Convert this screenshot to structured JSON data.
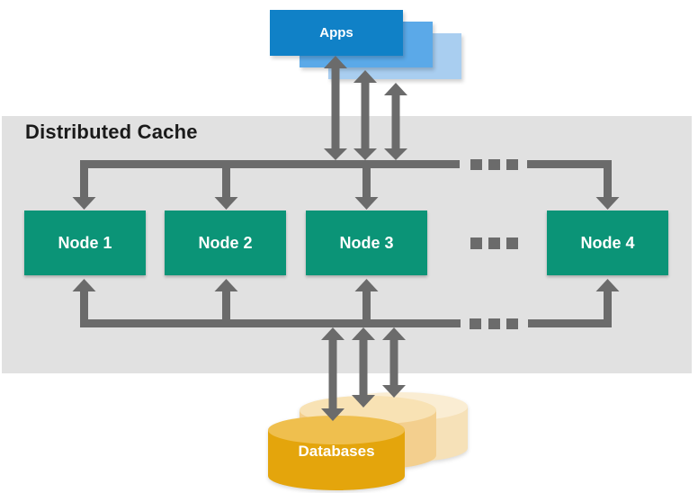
{
  "diagram": {
    "title": "Distributed Cache",
    "apps_label": "Apps",
    "databases_label": "Databases",
    "nodes": [
      {
        "label": "Node 1"
      },
      {
        "label": "Node 2"
      },
      {
        "label": "Node 3"
      },
      {
        "label": "Node 4"
      }
    ],
    "colors": {
      "app_front": "#1081C7",
      "app_mid": "#5BA9E8",
      "app_back": "#A9CEF0",
      "node_green": "#0B9477",
      "band_gray": "#E1E1E1",
      "arrow_gray": "#6B6B6B",
      "title_text": "#1A1A1A",
      "label_text": "#FFFFFF",
      "db_front": "#E4A50C",
      "db_front_top": "#EFBF4E",
      "db_mid": "#F3CF8E",
      "db_mid_top": "#F8E2B4",
      "db_back": "#F6E1B8",
      "db_back_top": "#FAEDD3"
    }
  }
}
